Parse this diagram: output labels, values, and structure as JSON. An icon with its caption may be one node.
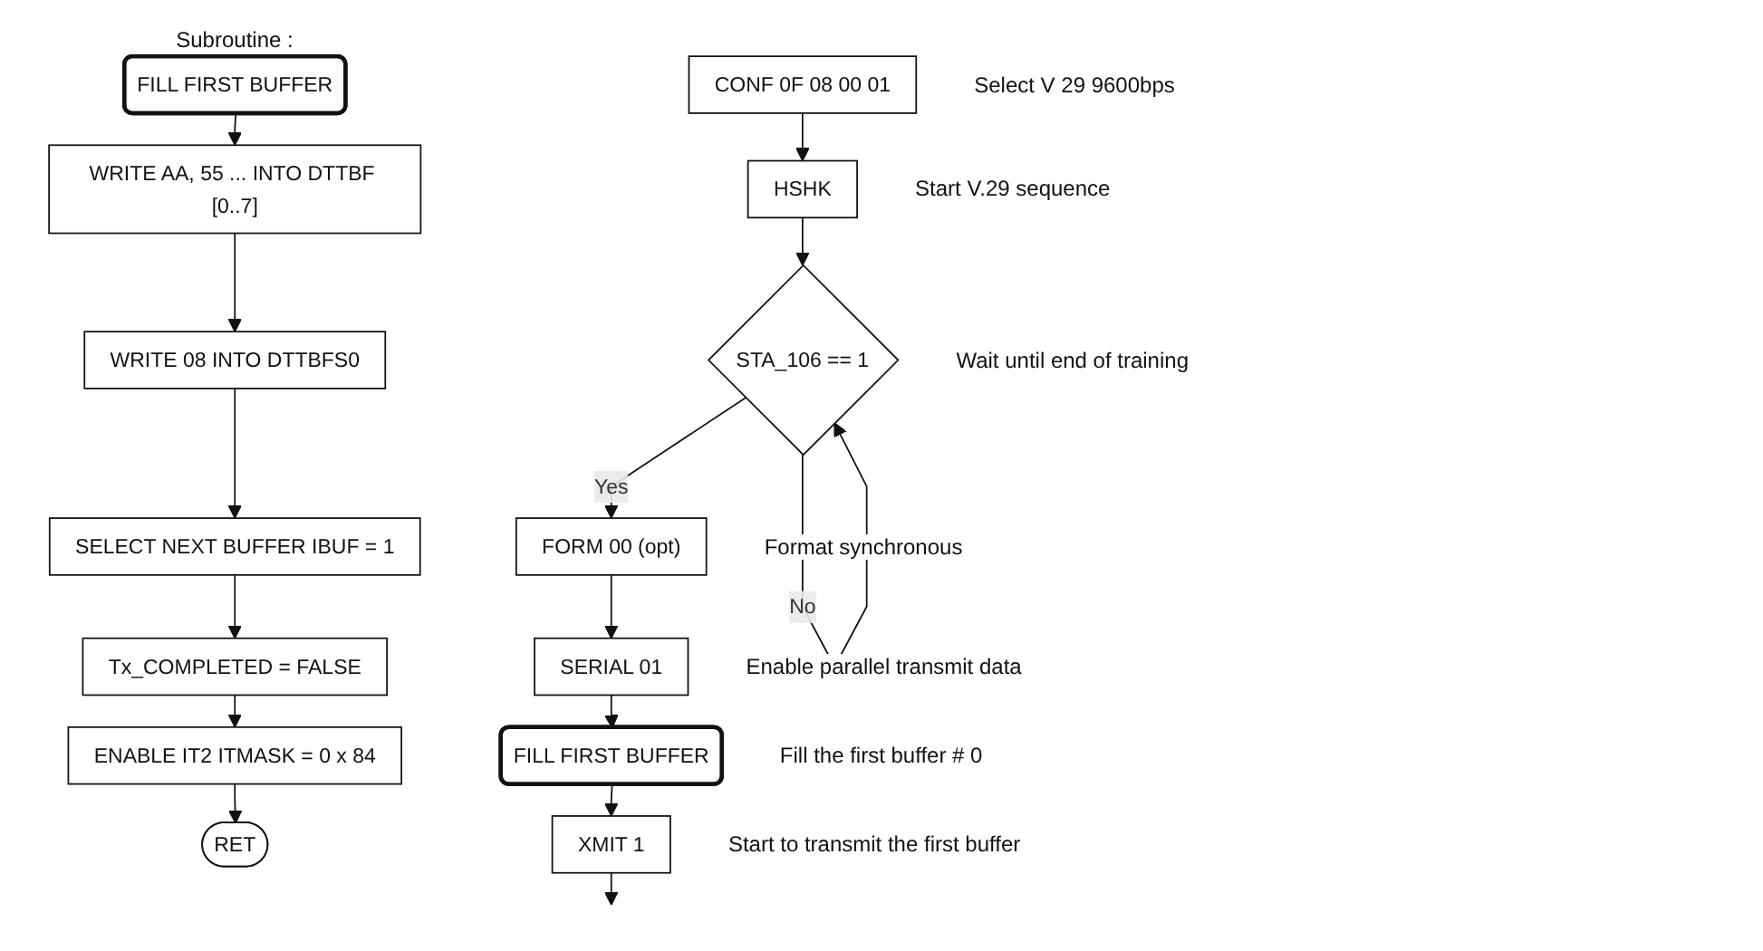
{
  "diagram": {
    "nodes": [
      {
        "text": [
          "CONF 0F 08 00 01"
        ],
        "beside": [
          "Select V 29 9600bps"
        ]
      },
      {
        "text": [
          "HSHK"
        ],
        "beside": [
          "Start V.29 sequence"
        ]
      },
      {
        "text": [
          "STA_106 == 1"
        ],
        "beside": [
          "Wait until end of training"
        ]
      },
      {
        "text": [
          "FORM 00 (opt)"
        ],
        "beside": [
          "Format synchronous"
        ]
      },
      {
        "text": [
          "SERIAL 01"
        ],
        "beside": [
          "Enable parallel transmit data"
        ]
      },
      {
        "text": [
          "FILL FIRST BUFFER"
        ],
        "beside": [
          "Fill the first buffer # 0"
        ]
      },
      {
        "text": [
          "XMIT 1"
        ],
        "beside": [
          "Start to transmit the first buffer"
        ]
      },
      {
        "text": [
          "FILL FIRST BUFFER"
        ]
      },
      {
        "text": [
          "WRITE AA, 55 ... INTO DTTBF [0..7]"
        ]
      },
      {
        "text": [
          "WRITE 08 INTO DTTBFS0"
        ]
      },
      {
        "text": [
          "SELECT NEXT BUFFER IBUF = 1"
        ]
      },
      {
        "text": [
          "Tx_COMPLETED = FALSE"
        ]
      },
      {
        "text": [
          "ENABLE IT2 ITMASK = 0 x 84"
        ]
      },
      {
        "text": [
          "RET"
        ]
      }
    ],
    "edges": [
      {
        "from": 0,
        "to": 1,
        "arrow": "to"
      },
      {
        "from": 1,
        "to": 2,
        "arrow": "to"
      },
      {
        "from": 2,
        "to": 2,
        "arrow": "to",
        "label": "No"
      },
      {
        "from": 2,
        "to": 3,
        "arrow": "to",
        "label": "Yes"
      },
      {
        "from": 3,
        "to": 4,
        "arrow": "to"
      },
      {
        "from": 4,
        "to": 5,
        "arrow": "to"
      },
      {
        "from": 5,
        "to": 6,
        "arrow": "to"
      },
      {
        "from": 6,
        "to": null,
        "arrow": "to"
      },
      {
        "from": 7,
        "to": 8,
        "arrow": "to"
      },
      {
        "from": 8,
        "to": 9,
        "arrow": "to"
      },
      {
        "from": 9,
        "to": 10,
        "arrow": "to"
      },
      {
        "from": 10,
        "to": 11,
        "arrow": "to"
      },
      {
        "from": 11,
        "to": 12,
        "arrow": "to"
      },
      {
        "from": 12,
        "to": 13,
        "arrow": "to"
      }
    ],
    "labels": [
      "Subroutine :"
    ]
  }
}
